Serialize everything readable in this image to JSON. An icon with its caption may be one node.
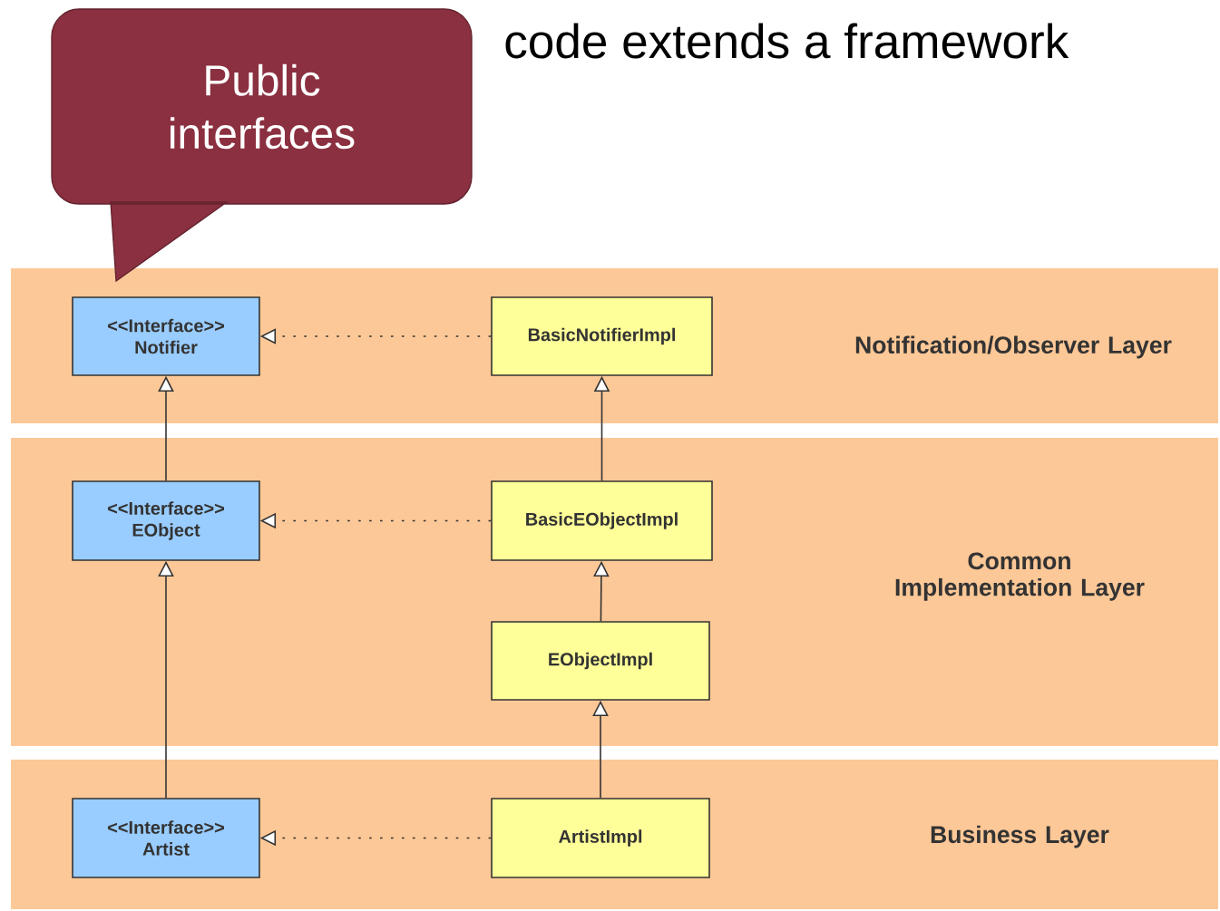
{
  "diagram": {
    "title": "code extends a framework",
    "nodes": [
      {
        "text": [
          "Notification/Observer Layer"
        ]
      },
      {
        "text": [
          "<<Interface>>",
          "Notifier"
        ],
        "in": 0
      },
      {
        "text": [
          "BasicNotifierImpl"
        ],
        "in": 0
      },
      {
        "text": [
          "Common Implementation Layer"
        ]
      },
      {
        "text": [
          "<<Interface>>",
          "EObject"
        ],
        "in": 3
      },
      {
        "text": [
          "BasicEObjectImpl"
        ],
        "in": 3
      },
      {
        "text": [
          "EObjectImpl"
        ],
        "in": 3
      },
      {
        "text": [
          "Business Layer"
        ]
      },
      {
        "text": [
          "<<Interface>>",
          "Artist"
        ],
        "in": 7
      },
      {
        "text": [
          "ArtistImpl"
        ],
        "in": 7
      },
      {
        "text": [
          "Public interfaces"
        ]
      }
    ],
    "edges": [
      {
        "from": 2,
        "to": 1,
        "arrow": "to",
        "style": "dashed"
      },
      {
        "from": 4,
        "to": 1,
        "arrow": "to"
      },
      {
        "from": 5,
        "to": 2,
        "arrow": "to"
      },
      {
        "from": 5,
        "to": 4,
        "arrow": "to",
        "style": "dashed"
      },
      {
        "from": 6,
        "to": 5,
        "arrow": "to"
      },
      {
        "from": 8,
        "to": 4,
        "arrow": "to"
      },
      {
        "from": 9,
        "to": 6,
        "arrow": "to"
      },
      {
        "from": 9,
        "to": 8,
        "arrow": "to",
        "style": "dashed"
      }
    ]
  }
}
